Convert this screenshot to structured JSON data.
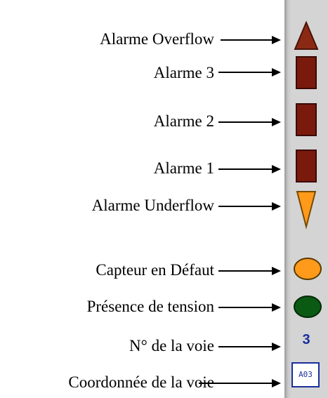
{
  "legend": {
    "alarme_overflow": "Alarme Overflow",
    "alarme_3": "Alarme 3",
    "alarme_2": "Alarme 2",
    "alarme_1": "Alarme 1",
    "alarme_underflow": "Alarme Underflow",
    "capteur_defaut": "Capteur en Défaut",
    "presence_tension": "Présence de tension",
    "numero_voie": "N° de la voie",
    "coordonnee_voie": "Coordonnée de la voie"
  },
  "channel": {
    "number": "3",
    "coordinate": "A03"
  },
  "colors": {
    "alarm_bar": "#7a1a0c",
    "overflow_triangle": "#8b2a14",
    "underflow_triangle": "#ff9a1a",
    "sensor_fault": "#ff9a1a",
    "voltage_present": "#0a5a14",
    "channel_text": "#1a2f9c",
    "panel": "#d4d4d4"
  },
  "icons": {
    "overflow": "triangle-up-icon",
    "alarm": "bar-icon",
    "underflow": "triangle-down-icon",
    "sensor_fault": "orange-circle-icon",
    "voltage": "green-circle-icon"
  }
}
